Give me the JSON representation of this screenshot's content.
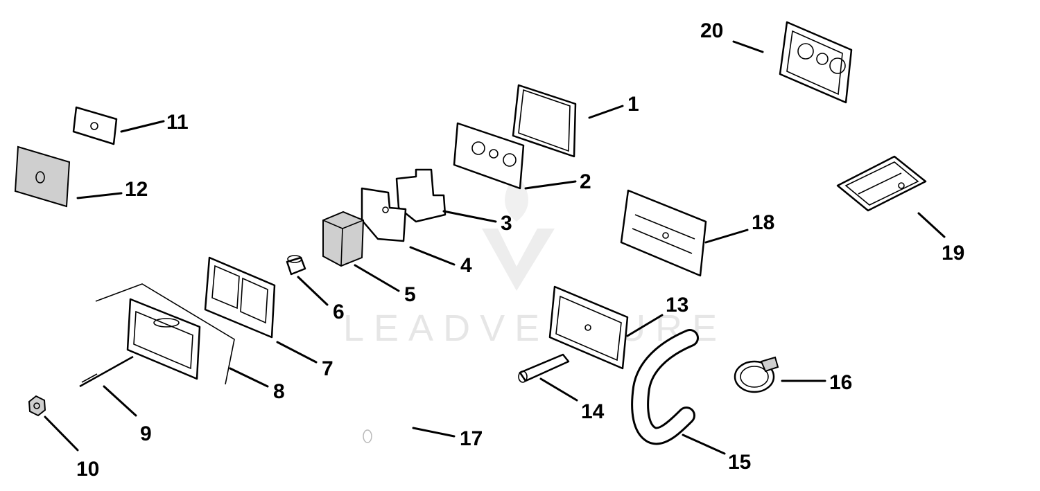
{
  "diagram": {
    "watermark": "LEADVENTURE",
    "colors": {
      "ink": "#000000",
      "paper": "#ffffff",
      "watermark": "#e6e6e6"
    },
    "callouts": [
      {
        "id": "1",
        "label": "1"
      },
      {
        "id": "2",
        "label": "2"
      },
      {
        "id": "3",
        "label": "3"
      },
      {
        "id": "4",
        "label": "4"
      },
      {
        "id": "5",
        "label": "5"
      },
      {
        "id": "6",
        "label": "6"
      },
      {
        "id": "7",
        "label": "7"
      },
      {
        "id": "8",
        "label": "8"
      },
      {
        "id": "9",
        "label": "9"
      },
      {
        "id": "10",
        "label": "10"
      },
      {
        "id": "11",
        "label": "11"
      },
      {
        "id": "12",
        "label": "12"
      },
      {
        "id": "13",
        "label": "13"
      },
      {
        "id": "14",
        "label": "14"
      },
      {
        "id": "15",
        "label": "15"
      },
      {
        "id": "16",
        "label": "16"
      },
      {
        "id": "17",
        "label": "17"
      },
      {
        "id": "18",
        "label": "18"
      },
      {
        "id": "19",
        "label": "19"
      },
      {
        "id": "20",
        "label": "20"
      }
    ]
  }
}
